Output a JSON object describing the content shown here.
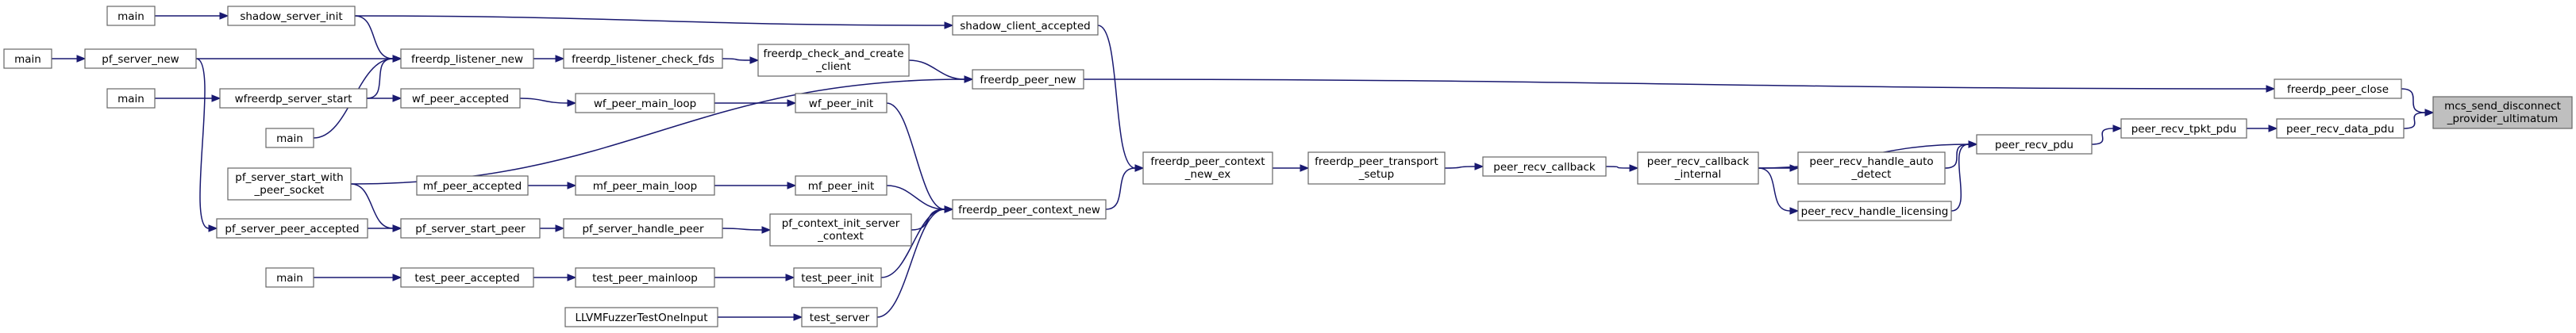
{
  "colors": {
    "edge": "#191970",
    "node_border": "#666666",
    "root_fill": "#bfbfbf",
    "background": "#ffffff"
  },
  "nodes": [
    {
      "id": "mcs_send_disconnect",
      "lines": [
        "mcs_send_disconnect",
        "_provider_ultimatum"
      ],
      "root": true
    },
    {
      "id": "freerdp_peer_close",
      "lines": [
        "freerdp_peer_close"
      ]
    },
    {
      "id": "peer_recv_data_pdu",
      "lines": [
        "peer_recv_data_pdu"
      ]
    },
    {
      "id": "peer_recv_tpkt_pdu",
      "lines": [
        "peer_recv_tpkt_pdu"
      ]
    },
    {
      "id": "peer_recv_pdu",
      "lines": [
        "peer_recv_pdu"
      ]
    },
    {
      "id": "peer_recv_handle_auto_detect",
      "lines": [
        "peer_recv_handle_auto",
        "_detect"
      ]
    },
    {
      "id": "peer_recv_handle_licensing",
      "lines": [
        "peer_recv_handle_licensing"
      ]
    },
    {
      "id": "peer_recv_callback_internal",
      "lines": [
        "peer_recv_callback",
        "_internal"
      ]
    },
    {
      "id": "peer_recv_callback",
      "lines": [
        "peer_recv_callback"
      ]
    },
    {
      "id": "freerdp_peer_transport_setup",
      "lines": [
        "freerdp_peer_transport",
        "_setup"
      ]
    },
    {
      "id": "freerdp_peer_context_new_ex",
      "lines": [
        "freerdp_peer_context",
        "_new_ex"
      ]
    },
    {
      "id": "shadow_client_accepted",
      "lines": [
        "shadow_client_accepted"
      ]
    },
    {
      "id": "freerdp_peer_new",
      "lines": [
        "freerdp_peer_new"
      ]
    },
    {
      "id": "freerdp_peer_context_new",
      "lines": [
        "freerdp_peer_context_new"
      ]
    },
    {
      "id": "freerdp_check_and_create_client",
      "lines": [
        "freerdp_check_and_create",
        "_client"
      ]
    },
    {
      "id": "freerdp_listener_check_fds",
      "lines": [
        "freerdp_listener_check_fds"
      ]
    },
    {
      "id": "freerdp_listener_new",
      "lines": [
        "freerdp_listener_new"
      ]
    },
    {
      "id": "shadow_server_init",
      "lines": [
        "shadow_server_init"
      ]
    },
    {
      "id": "main_shadow",
      "lines": [
        "main"
      ]
    },
    {
      "id": "pf_server_new",
      "lines": [
        "pf_server_new"
      ]
    },
    {
      "id": "main_pf",
      "lines": [
        "main"
      ]
    },
    {
      "id": "wfreerdp_server_start",
      "lines": [
        "wfreerdp_server_start"
      ]
    },
    {
      "id": "main_wf",
      "lines": [
        "main"
      ]
    },
    {
      "id": "main_mid",
      "lines": [
        "main"
      ]
    },
    {
      "id": "wf_peer_init",
      "lines": [
        "wf_peer_init"
      ]
    },
    {
      "id": "wf_peer_main_loop",
      "lines": [
        "wf_peer_main_loop"
      ]
    },
    {
      "id": "wf_peer_accepted",
      "lines": [
        "wf_peer_accepted"
      ]
    },
    {
      "id": "mf_peer_init",
      "lines": [
        "mf_peer_init"
      ]
    },
    {
      "id": "mf_peer_main_loop",
      "lines": [
        "mf_peer_main_loop"
      ]
    },
    {
      "id": "mf_peer_accepted",
      "lines": [
        "mf_peer_accepted"
      ]
    },
    {
      "id": "pf_server_start_with_peer_socket",
      "lines": [
        "pf_server_start_with",
        "_peer_socket"
      ]
    },
    {
      "id": "pf_context_init_server_context",
      "lines": [
        "pf_context_init_server",
        "_context"
      ]
    },
    {
      "id": "pf_server_handle_peer",
      "lines": [
        "pf_server_handle_peer"
      ]
    },
    {
      "id": "pf_server_start_peer",
      "lines": [
        "pf_server_start_peer"
      ]
    },
    {
      "id": "pf_server_peer_accepted",
      "lines": [
        "pf_server_peer_accepted"
      ]
    },
    {
      "id": "test_peer_init",
      "lines": [
        "test_peer_init"
      ]
    },
    {
      "id": "test_peer_mainloop",
      "lines": [
        "test_peer_mainloop"
      ]
    },
    {
      "id": "test_peer_accepted",
      "lines": [
        "test_peer_accepted"
      ]
    },
    {
      "id": "main_test",
      "lines": [
        "main"
      ]
    },
    {
      "id": "test_server",
      "lines": [
        "test_server"
      ]
    },
    {
      "id": "llvm_fuzzer",
      "lines": [
        "LLVMFuzzerTestOneInput"
      ]
    }
  ],
  "edges": [
    [
      "freerdp_peer_close",
      "mcs_send_disconnect"
    ],
    [
      "peer_recv_data_pdu",
      "mcs_send_disconnect"
    ],
    [
      "freerdp_peer_new",
      "freerdp_peer_close"
    ],
    [
      "peer_recv_tpkt_pdu",
      "peer_recv_data_pdu"
    ],
    [
      "peer_recv_pdu",
      "peer_recv_tpkt_pdu"
    ],
    [
      "peer_recv_callback_internal",
      "peer_recv_pdu"
    ],
    [
      "peer_recv_handle_auto_detect",
      "peer_recv_pdu"
    ],
    [
      "peer_recv_handle_licensing",
      "peer_recv_pdu"
    ],
    [
      "peer_recv_callback_internal",
      "peer_recv_handle_auto_detect"
    ],
    [
      "peer_recv_callback_internal",
      "peer_recv_handle_licensing"
    ],
    [
      "peer_recv_callback",
      "peer_recv_callback_internal"
    ],
    [
      "freerdp_peer_transport_setup",
      "peer_recv_callback"
    ],
    [
      "freerdp_peer_context_new_ex",
      "freerdp_peer_transport_setup"
    ],
    [
      "shadow_client_accepted",
      "freerdp_peer_context_new_ex"
    ],
    [
      "freerdp_peer_context_new",
      "freerdp_peer_context_new_ex"
    ],
    [
      "shadow_server_init",
      "shadow_client_accepted"
    ],
    [
      "freerdp_listener_check_fds",
      "freerdp_check_and_create_client"
    ],
    [
      "freerdp_check_and_create_client",
      "freerdp_peer_new"
    ],
    [
      "freerdp_listener_new",
      "freerdp_listener_check_fds"
    ],
    [
      "shadow_server_init",
      "freerdp_listener_new"
    ],
    [
      "pf_server_new",
      "freerdp_listener_new"
    ],
    [
      "wfreerdp_server_start",
      "freerdp_listener_new"
    ],
    [
      "main_mid",
      "freerdp_listener_new"
    ],
    [
      "main_shadow",
      "shadow_server_init"
    ],
    [
      "main_pf",
      "pf_server_new"
    ],
    [
      "main_wf",
      "wfreerdp_server_start"
    ],
    [
      "pf_server_new",
      "pf_server_peer_accepted"
    ],
    [
      "wfreerdp_server_start",
      "wf_peer_accepted"
    ],
    [
      "wf_peer_accepted",
      "wf_peer_main_loop"
    ],
    [
      "wf_peer_main_loop",
      "wf_peer_init"
    ],
    [
      "wf_peer_init",
      "freerdp_peer_context_new"
    ],
    [
      "pf_server_start_with_peer_socket",
      "freerdp_peer_new"
    ],
    [
      "mf_peer_accepted",
      "mf_peer_main_loop"
    ],
    [
      "mf_peer_main_loop",
      "mf_peer_init"
    ],
    [
      "mf_peer_init",
      "freerdp_peer_context_new"
    ],
    [
      "pf_server_start_with_peer_socket",
      "pf_server_start_peer"
    ],
    [
      "pf_server_peer_accepted",
      "pf_server_start_peer"
    ],
    [
      "pf_server_start_peer",
      "pf_server_handle_peer"
    ],
    [
      "pf_server_handle_peer",
      "pf_context_init_server_context"
    ],
    [
      "pf_context_init_server_context",
      "freerdp_peer_context_new"
    ],
    [
      "main_test",
      "test_peer_accepted"
    ],
    [
      "test_peer_accepted",
      "test_peer_mainloop"
    ],
    [
      "test_peer_mainloop",
      "test_peer_init"
    ],
    [
      "test_peer_init",
      "freerdp_peer_context_new"
    ],
    [
      "llvm_fuzzer",
      "test_server"
    ],
    [
      "test_server",
      "freerdp_peer_context_new"
    ]
  ]
}
